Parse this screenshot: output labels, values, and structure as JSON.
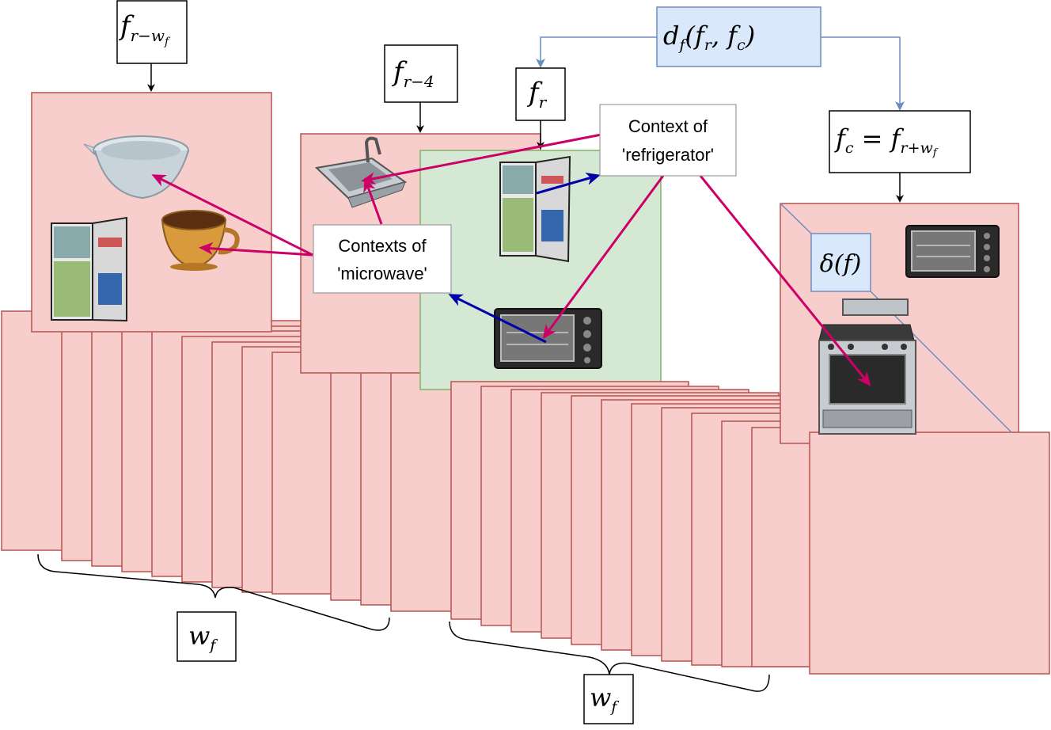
{
  "labels": {
    "f_r_minus_wf": {
      "base": "f",
      "sub": "r−w",
      "subsub": "f"
    },
    "f_r_minus_4": {
      "base": "f",
      "sub": "r−4"
    },
    "f_r": {
      "base": "f",
      "sub": "r"
    },
    "d_f": "d",
    "d_f_sub": "f",
    "d_f_args": "(f",
    "d_f_arg1_sub": "r",
    "d_f_comma": ", f",
    "d_f_arg2_sub": "c",
    "d_f_close": ")",
    "f_c": {
      "base": "f",
      "sub": "c",
      "eq": " = f",
      "sub2": "r+w",
      "subsub2": "f"
    },
    "delta": "δ(f)",
    "w_f_1": {
      "base": "w",
      "sub": "f"
    },
    "w_f_2": {
      "base": "w",
      "sub": "f"
    }
  },
  "contexts": {
    "refrigerator_line1": "Context of",
    "refrigerator_line2": "'refrigerator'",
    "microwave_line1": "Contexts of",
    "microwave_line2": "'microwave'"
  },
  "objects": [
    "bowl-icon",
    "cup-icon",
    "fridge-icon",
    "sink-icon",
    "oven-icon",
    "stove-icon"
  ],
  "colors": {
    "frame_fill": "#f8cecc",
    "frame_stroke": "#b85450",
    "current_frame_fill": "#d5e8d4",
    "blue_box_fill": "#dae8fc",
    "context_arrow": "#cc0066",
    "object_arrow": "#0000aa"
  }
}
